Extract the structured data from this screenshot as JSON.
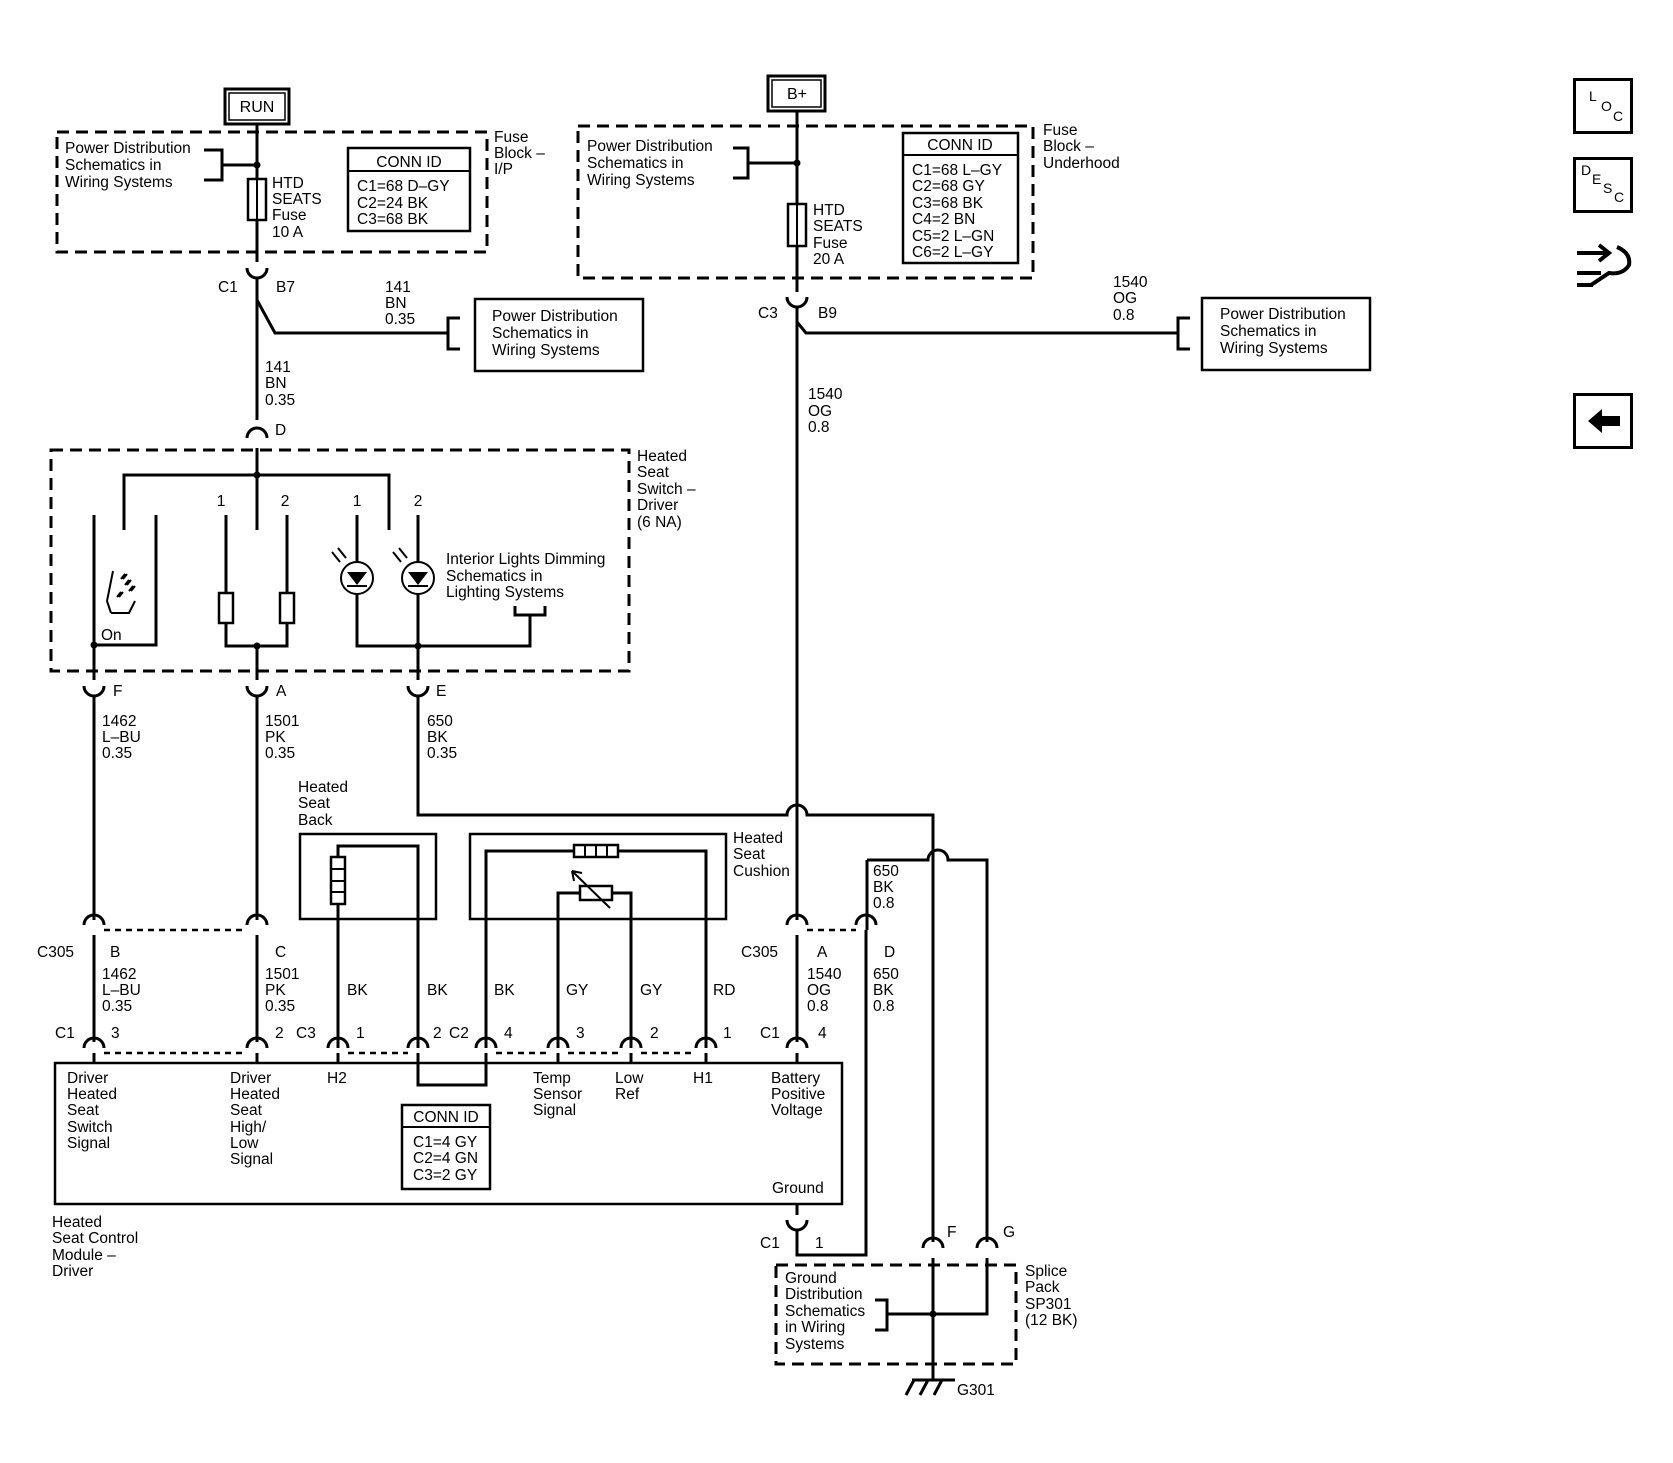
{
  "power": {
    "run": "RUN",
    "bplus": "B+"
  },
  "fuse_block_ip": {
    "title": [
      "Fuse",
      "Block –",
      "I/P"
    ],
    "conn_title": "CONN ID",
    "conn": [
      "C1=68 D–GY",
      "C2=24 BK",
      "C3=68 BK"
    ],
    "fuse": [
      "HTD",
      "SEATS",
      "Fuse",
      "10 A"
    ]
  },
  "fuse_block_uh": {
    "title": [
      "Fuse",
      "Block –",
      "Underhood"
    ],
    "conn_title": "CONN ID",
    "conn": [
      "C1=68 L–GY",
      "C2=68 GY",
      "C3=68 BK",
      "C4=2 BN",
      "C5=2 L–GN",
      "C6=2 L–GY"
    ],
    "fuse": [
      "HTD",
      "SEATS",
      "Fuse",
      "20 A"
    ]
  },
  "refs": {
    "power_dist": [
      "Power Distribution",
      "Schematics in",
      "Wiring Systems"
    ],
    "interior_lights": [
      "Interior Lights Dimming",
      "Schematics in",
      "Lighting Systems"
    ],
    "ground_dist": [
      "Ground",
      "Distribution",
      "Schematics",
      "in Wiring",
      "Systems"
    ]
  },
  "switch": {
    "title": [
      "Heated",
      "Seat",
      "Switch –",
      "Driver",
      "(6 NA)"
    ],
    "on_label": "On",
    "pins": [
      "1",
      "2",
      "1",
      "2"
    ]
  },
  "connectors": {
    "c1": "C1",
    "b7": "B7",
    "c3": "C3",
    "b9": "B9",
    "d": "D",
    "f": "F",
    "a": "A",
    "e": "E",
    "c305": "C305",
    "b": "B",
    "c": "C",
    "a2": "A",
    "d2": "D",
    "c1m": "C1",
    "p3": "3",
    "p2": "2",
    "c3m": "C3",
    "h2p": "1",
    "h2p2": "2",
    "c2m": "C2",
    "p4": "4",
    "p3b": "3",
    "p2b": "2",
    "p1": "1",
    "c1r": "C1",
    "p4r": "4",
    "c1g": "C1",
    "p1g": "1",
    "sf": "F",
    "sg": "G"
  },
  "wires": {
    "w141a": [
      "141",
      "BN",
      "0.35"
    ],
    "w141b": [
      "141",
      "BN",
      "0.35"
    ],
    "w1540a": [
      "1540",
      "OG",
      "0.8"
    ],
    "w1540b": [
      "1540",
      "OG",
      "0.8"
    ],
    "w1462a": [
      "1462",
      "L–BU",
      "0.35"
    ],
    "w1501a": [
      "1501",
      "PK",
      "0.35"
    ],
    "w650a": [
      "650",
      "BK",
      "0.35"
    ],
    "w650b": [
      "650",
      "BK",
      "0.8"
    ],
    "w1462b": [
      "1462",
      "L–BU",
      "0.35"
    ],
    "w1501b": [
      "1501",
      "PK",
      "0.35"
    ],
    "w1540c": [
      "1540",
      "OG",
      "0.8"
    ],
    "w650c": [
      "650",
      "BK",
      "0.8"
    ],
    "colors": [
      "BK",
      "BK",
      "BK",
      "GY",
      "GY",
      "RD"
    ]
  },
  "seat_back": [
    "Heated",
    "Seat",
    "Back"
  ],
  "seat_cushion": [
    "Heated",
    "Seat",
    "Cushion"
  ],
  "module": {
    "sig1": [
      "Driver",
      "Heated",
      "Seat",
      "Switch",
      "Signal"
    ],
    "sig2": [
      "Driver",
      "Heated",
      "Seat",
      "High/",
      "Low",
      "Signal"
    ],
    "h2": "H2",
    "temp": [
      "Temp",
      "Sensor",
      "Signal"
    ],
    "low": [
      "Low",
      "Ref"
    ],
    "h1": "H1",
    "batt": [
      "Battery",
      "Positive",
      "Voltage"
    ],
    "ground": "Ground",
    "conn_title": "CONN ID",
    "conn": [
      "C1=4 GY",
      "C2=4 GN",
      "C3=2 GY"
    ],
    "title": [
      "Heated",
      "Seat Control",
      "Module –",
      "Driver"
    ]
  },
  "splice": {
    "title": [
      "Splice",
      "Pack",
      "SP301",
      "(12 BK)"
    ],
    "ground": "G301"
  },
  "nav": {
    "loc": [
      "L",
      "O",
      "C"
    ],
    "desc": [
      "D",
      "E",
      "S",
      "C"
    ]
  }
}
